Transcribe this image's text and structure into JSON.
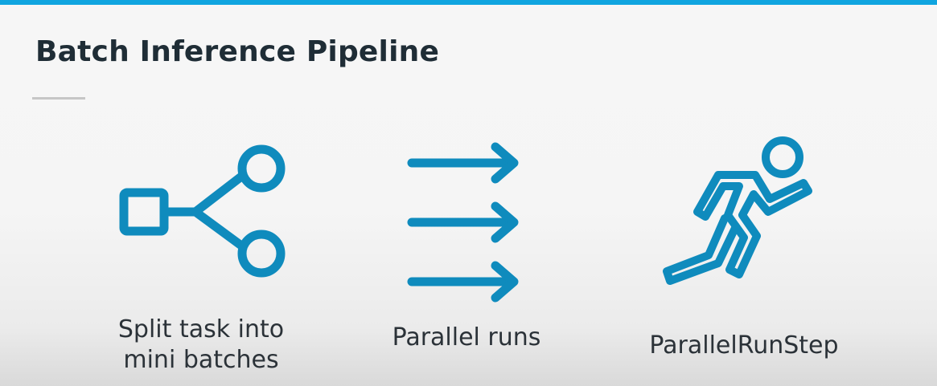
{
  "slide": {
    "title": "Batch Inference Pipeline",
    "accent_color": "#10a5e0",
    "icon_color": "#0f8bbd"
  },
  "items": [
    {
      "icon": "share-split-icon",
      "label_lines": [
        "Split task into",
        "mini batches"
      ]
    },
    {
      "icon": "parallel-arrows-icon",
      "label_lines": [
        "Parallel runs"
      ]
    },
    {
      "icon": "runner-icon",
      "label_lines": [
        "ParallelRunStep"
      ]
    }
  ]
}
